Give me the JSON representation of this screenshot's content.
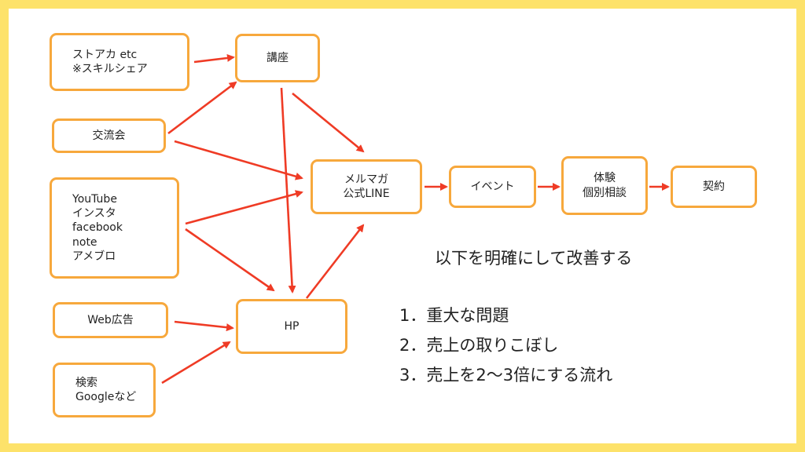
{
  "nodes": {
    "storeaka": "ストアカ etc\n※スキルシェア",
    "kouza": "講座",
    "kouryukai": "交流会",
    "sns": "YouTube\nインスタ\nfacebook\nnote\nアメブロ",
    "webad": "Web広告",
    "search": "検索\nGoogleなど",
    "hp": "HP",
    "mailmag": "メルマガ\n公式LINE",
    "event": "イベント",
    "consult": "体験\n個別相談",
    "contract": "契約"
  },
  "heading": "以下を明確にして改善する",
  "items": [
    "1．重大な問題",
    "2．売上の取りこぼし",
    "3．売上を2〜3倍にする流れ"
  ],
  "colors": {
    "frame": "#fde26a",
    "node_border": "#f7a83c",
    "arrow": "#ef3b25"
  }
}
